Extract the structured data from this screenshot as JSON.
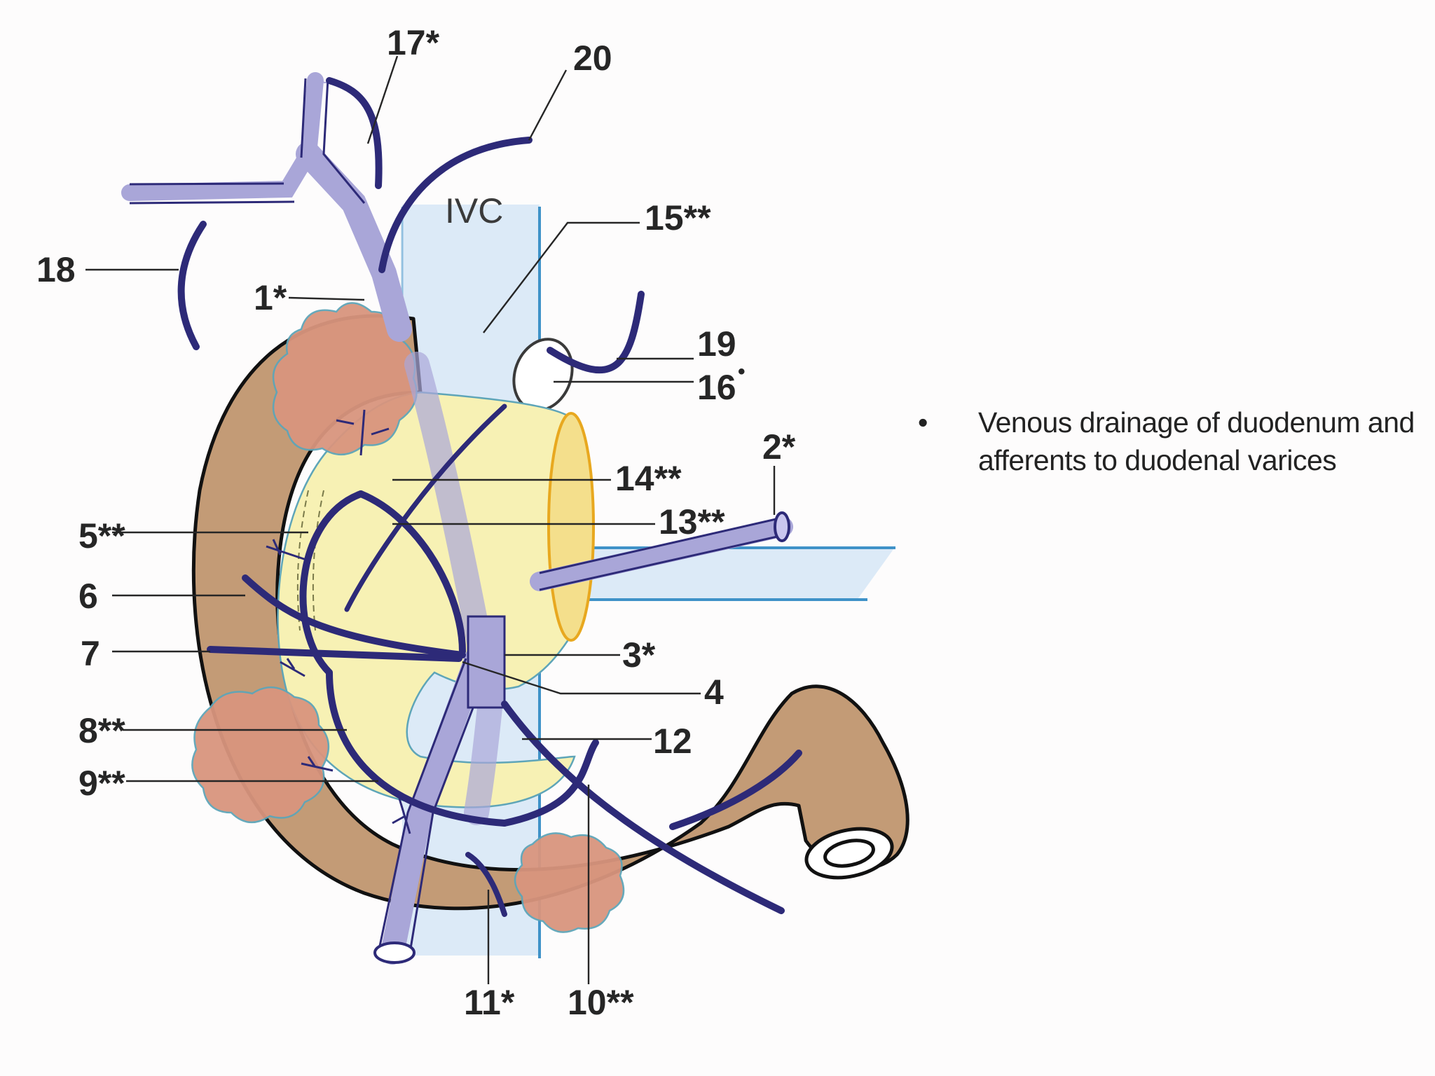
{
  "diagram": {
    "vessel_label": "IVC",
    "labels": {
      "l1": "1*",
      "l2": "2*",
      "l3": "3*",
      "l4": "4",
      "l5": "5**",
      "l6": "6",
      "l7": "7",
      "l8": "8**",
      "l9": "9**",
      "l10": "10**",
      "l11": "11*",
      "l12": "12",
      "l13": "13**",
      "l14": "14**",
      "l15": "15**",
      "l16": "16",
      "l17": "17*",
      "l18": "18",
      "l19": "19",
      "l20": "20"
    },
    "l16_mark": "•"
  },
  "caption": {
    "bullet": "•",
    "text": "Venous drainage of duodenum and afferents to duodenal  varices"
  },
  "colors": {
    "duodenum": "#c39b76",
    "pancreas": "#f7f1b4",
    "lymph_node": "#d9957e",
    "vein_dark": "#2d2a78",
    "vein_light": "#a9a6d8",
    "ivc": "#d6e6f6"
  }
}
